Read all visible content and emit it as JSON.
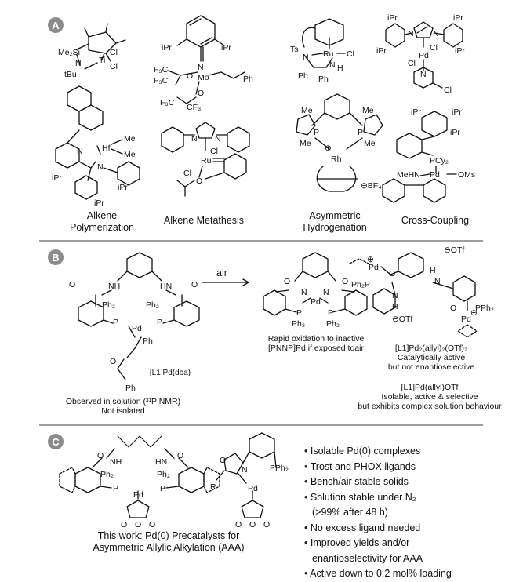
{
  "panels": {
    "A": {
      "badge": "A",
      "captions": [
        [
          "Alkene",
          "Polymerization"
        ],
        [
          "Alkene Metathesis"
        ],
        [
          "Asymmetric",
          "Hydrogenation"
        ],
        [
          "Cross-Coupling"
        ]
      ],
      "labels": {
        "ti_me2si": "Me₂Si",
        "ti_n": "N",
        "ti_tbu": "tBu",
        "ti_ti": "Ti",
        "ti_cl1": "Cl",
        "ti_cl2": "Cl",
        "mo_ipr1": "iPr",
        "mo_ipr2": "iPr",
        "mo_n": "N",
        "mo_mo": "Mo",
        "mo_o1": "O",
        "mo_o2": "O",
        "mo_f3c1": "F₃C",
        "mo_f3c2": "F₃C",
        "mo_cf3": "CF₃",
        "mo_f3c3": "F₃C",
        "mo_ph": "Ph",
        "ru_ts": "Ts",
        "ru_n1": "N",
        "ru_ru": "Ru",
        "ru_cl": "Cl",
        "ru_n2": "N",
        "ru_h": "H",
        "ru_ph1": "Ph",
        "ru_ph2": "Ph",
        "pd_ipr1": "iPr",
        "pd_ipr2": "iPr",
        "pd_ipr3": "iPr",
        "pd_ipr4": "iPr",
        "pd_n1": "N",
        "pd_n2": "N",
        "pd_cl1": "Cl",
        "pd_cl2": "Cl",
        "pd_pd": "Pd",
        "pd_n3": "N",
        "pd_cl3": "Cl",
        "hf_hf": "Hf",
        "hf_me1": "Me",
        "hf_me2": "Me",
        "hf_n1": "N",
        "hf_n2": "N",
        "hf_ipr1": "iPr",
        "hf_ipr2": "iPr",
        "hf_ipr3": "iPr",
        "gr_n1": "N",
        "gr_n2": "N",
        "gr_cl1": "Cl",
        "gr_ru": "Ru",
        "gr_cl2": "Cl",
        "gr_o": "O",
        "rh_me1": "Me",
        "rh_me2": "Me",
        "rh_me3": "Me",
        "rh_me4": "Me",
        "rh_p1": "P",
        "rh_p2": "P",
        "rh_rh": "Rh",
        "rh_plus": "⊕",
        "rh_bf4": "⊖BF₄",
        "cc_ipr1": "iPr",
        "cc_ipr2": "iPr",
        "cc_ipr3": "iPr",
        "cc_pcy2": "PCy₂",
        "cc_mehn": "MeHN",
        "cc_pd": "Pd",
        "cc_oms": "OMs"
      }
    },
    "B": {
      "badge": "B",
      "arrow_label": "air",
      "caption_left": [
        "Observed in solution (³¹P NMR)",
        "Not isolated"
      ],
      "caption_mid": [
        "Rapid oxidation to inactive",
        "[PNNP]Pd if exposed toair"
      ],
      "compound_left": "[L1]Pd(dba)",
      "compound_right1": "[L1]Pd₂(allyl)₂(OTf)₂",
      "caption_right1": [
        "Catalytically active",
        "but not enantioselective"
      ],
      "compound_right2": "[L1]Pd(allyl)OTf",
      "caption_right2": [
        "Isolable, active & selective",
        "but exhibits complex solution behaviour"
      ],
      "labels": {
        "l_o1": "O",
        "l_o2": "O",
        "l_nh1": "NH",
        "l_hn1": "HN",
        "l_ph2a": "Ph₂",
        "l_ph2b": "Ph₂",
        "l_p1": "P",
        "l_p2": "P",
        "l_pd": "Pd",
        "l_ph": "Ph",
        "l_o3": "O",
        "l_ph3": "Ph",
        "m_o1": "O",
        "m_o2": "O",
        "m_n1": "N",
        "m_n2": "N",
        "m_pd": "Pd",
        "m_p1": "P",
        "m_p2": "P",
        "m_ph2a": "Ph₂",
        "m_ph2b": "Ph₂",
        "r_pd1": "Pd",
        "r_plus1": "⊕",
        "r_o1": "O",
        "r_ph2p": "Ph₂P",
        "r_n1": "N",
        "r_h1": "H",
        "r_otf1": "⊖OTf",
        "r_h2": "H",
        "r_n2": "N",
        "r_otf2": "⊖OTf",
        "r_o2": "O",
        "r_pd2": "Pd",
        "r_pph2": "PPh₂",
        "r_plus2": "⊕"
      }
    },
    "C": {
      "badge": "C",
      "caption": [
        "This work: Pd(0) Precatalysts for",
        "Asymmetric Allylic Alkylation (AAA)"
      ],
      "bullets": [
        "Isolable Pd(0) complexes",
        "Trost and PHOX ligands",
        "Bench/air stable solids",
        "Solution stable under N₂",
        "(>99% after 48 h)",
        "No excess ligand needed",
        "Improved yields and/or",
        "enantioselectivity for AAA",
        "Active down to 0.2 mol% loading"
      ],
      "labels": {
        "t_o1": "O",
        "t_o2": "O",
        "t_nh": "NH",
        "t_hn": "HN",
        "t_ph2a": "Ph₂",
        "t_ph2b": "Ph₂",
        "t_p1": "P",
        "t_p2": "P",
        "t_pd": "Pd",
        "t_o3": "O",
        "t_o4": "O",
        "t_o5": "O",
        "x_o": "O",
        "x_n": "N",
        "x_pph2": "PPh₂",
        "x_r": "R",
        "x_pd": "Pd",
        "x_o2": "O",
        "x_o3": "O",
        "x_o4": "O"
      }
    }
  }
}
